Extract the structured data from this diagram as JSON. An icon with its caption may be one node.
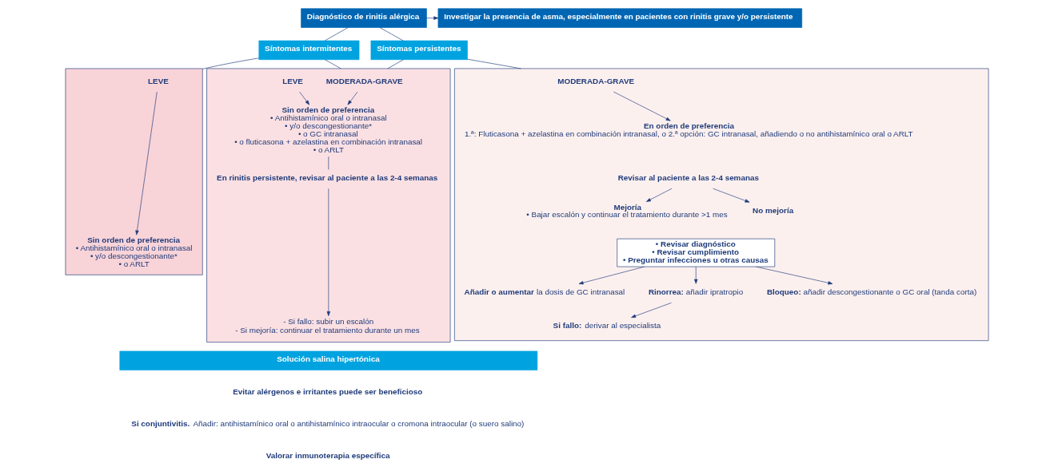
{
  "diagram": {
    "nodes": [
      {
        "text": [
          "Diagnóstico de rinitis alérgica"
        ]
      },
      {
        "text": [
          "Investigar la presencia de asma, especialmente en pacientes con rinitis grave y/o persistente"
        ]
      },
      {
        "text": [
          "Síntomas intermitentes"
        ]
      },
      {
        "text": [
          "Síntomas persistentes"
        ]
      },
      {
        "text": [],
        "shape": "box"
      },
      {
        "text": [
          "LEVE"
        ],
        "in": 4
      },
      {
        "text": [
          "Sin orden de preferencia",
          "• Antihistamínico oral o intranasal",
          "• y/o descongestionante*",
          "• o ARLT"
        ],
        "in": 4
      },
      {
        "text": [],
        "shape": "box"
      },
      {
        "text": [
          "MODERADA-GRAVE"
        ],
        "in": 7
      },
      {
        "text": [
          "LEVE"
        ],
        "in": 7
      },
      {
        "text": [
          "Sin orden de preferencia",
          "• Antihistamínico oral o intranasal",
          "• y/o descongestionante*",
          "• o GC intranasal",
          "• o fluticasona + azelastina en combinación intranasal",
          "• o ARLT"
        ],
        "in": 7
      },
      {
        "text": [
          "En rinitis persistente, revisar al paciente a las 2-4 semanas"
        ],
        "in": 7
      },
      {
        "text": [
          "- Si fallo: subir un escalón",
          "- Si mejoría: continuar el tratamiento durante un mes"
        ],
        "in": 7
      },
      {
        "text": [],
        "shape": "box"
      },
      {
        "text": [
          "MODERADA-GRAVE"
        ],
        "in": 13
      },
      {
        "text": [
          "En orden de preferencia",
          "1.ª: Fluticasona + azelastina en combinación intranasal, o 2.ª opción: GC intranasal, añadiendo o no antihistamínico oral o ARLT"
        ],
        "in": 13
      },
      {
        "text": [
          "Revisar al paciente a las 2-4 semanas"
        ],
        "in": 13
      },
      {
        "text": [
          "Mejoría",
          "• Bajar escalón y continuar el tratamiento durante >1 mes"
        ],
        "in": 13
      },
      {
        "text": [
          "No mejoría"
        ],
        "in": 13
      },
      {
        "text": [
          "• Revisar diagnóstico",
          "• Revisar cumplimiento",
          "• Preguntar infecciones u otras causas"
        ],
        "in": 13
      },
      {
        "text": [
          "**Añadir o aumentar** la dosis de GC intranasal"
        ],
        "in": 13
      },
      {
        "text": [
          "**Rinorrea:** añadir ipratropio"
        ],
        "in": 13
      },
      {
        "text": [
          "**Bloqueo:** añadir descongestionante o GC oral (tanda corta)"
        ],
        "in": 13
      },
      {
        "text": [
          "**Si fallo:** derivar al especialista"
        ],
        "in": 13
      },
      {
        "text": [
          "Solución salina hipertónica"
        ]
      }
    ],
    "edges": [
      {
        "from": 0,
        "to": 1,
        "arrow": "to"
      },
      {
        "from": 0,
        "to": 2,
        "arrow": "none"
      },
      {
        "from": 0,
        "to": 3,
        "arrow": "none"
      },
      {
        "from": 2,
        "to": 4,
        "arrow": "none"
      },
      {
        "from": 2,
        "to": 7,
        "arrow": "none"
      },
      {
        "from": 3,
        "to": 7,
        "arrow": "none"
      },
      {
        "from": 3,
        "to": 13,
        "arrow": "none"
      },
      {
        "from": 5,
        "to": 6,
        "arrow": "to"
      },
      {
        "from": 8,
        "to": 10,
        "arrow": "to"
      },
      {
        "from": 9,
        "to": 10,
        "arrow": "to"
      },
      {
        "from": 10,
        "to": 11,
        "arrow": "none"
      },
      {
        "from": 11,
        "to": 12,
        "arrow": "to"
      },
      {
        "from": 14,
        "to": 15,
        "arrow": "to"
      },
      {
        "from": 16,
        "to": 17,
        "arrow": "to"
      },
      {
        "from": 16,
        "to": 18,
        "arrow": "to"
      },
      {
        "from": 19,
        "to": 20,
        "arrow": "to"
      },
      {
        "from": 19,
        "to": 21,
        "arrow": "to"
      },
      {
        "from": 19,
        "to": 22,
        "arrow": "to"
      },
      {
        "from": 21,
        "to": 23,
        "arrow": "to"
      }
    ],
    "labels": [
      "**Evitar alérgenos e irritantes puede ser beneficioso**",
      "**Si conjuntivitis.** Añadir: antihistamínico oral o antihistamínico intraocular o cromona intraocular (o suero salino)",
      "**Valorar inmunoterapia específica**"
    ]
  }
}
